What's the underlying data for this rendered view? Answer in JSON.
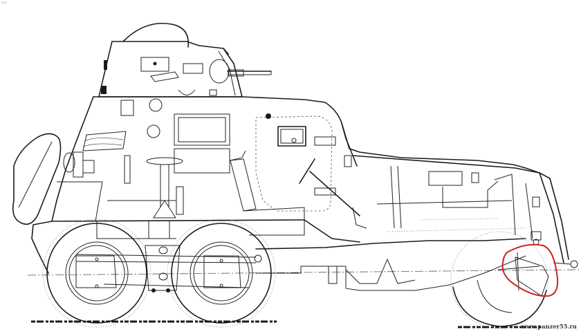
{
  "drawing": {
    "subject": "Armored car side-view cutaway line drawing",
    "line_color": "#1a1a1a",
    "background": "#ffffff"
  },
  "annotation": {
    "type": "hand-drawn circle",
    "color": "#cc1f1f",
    "location": "front underbody / front mudguard area"
  },
  "labels": {
    "watermark": "www.panzer55.ru",
    "corner_mark": "ее"
  }
}
